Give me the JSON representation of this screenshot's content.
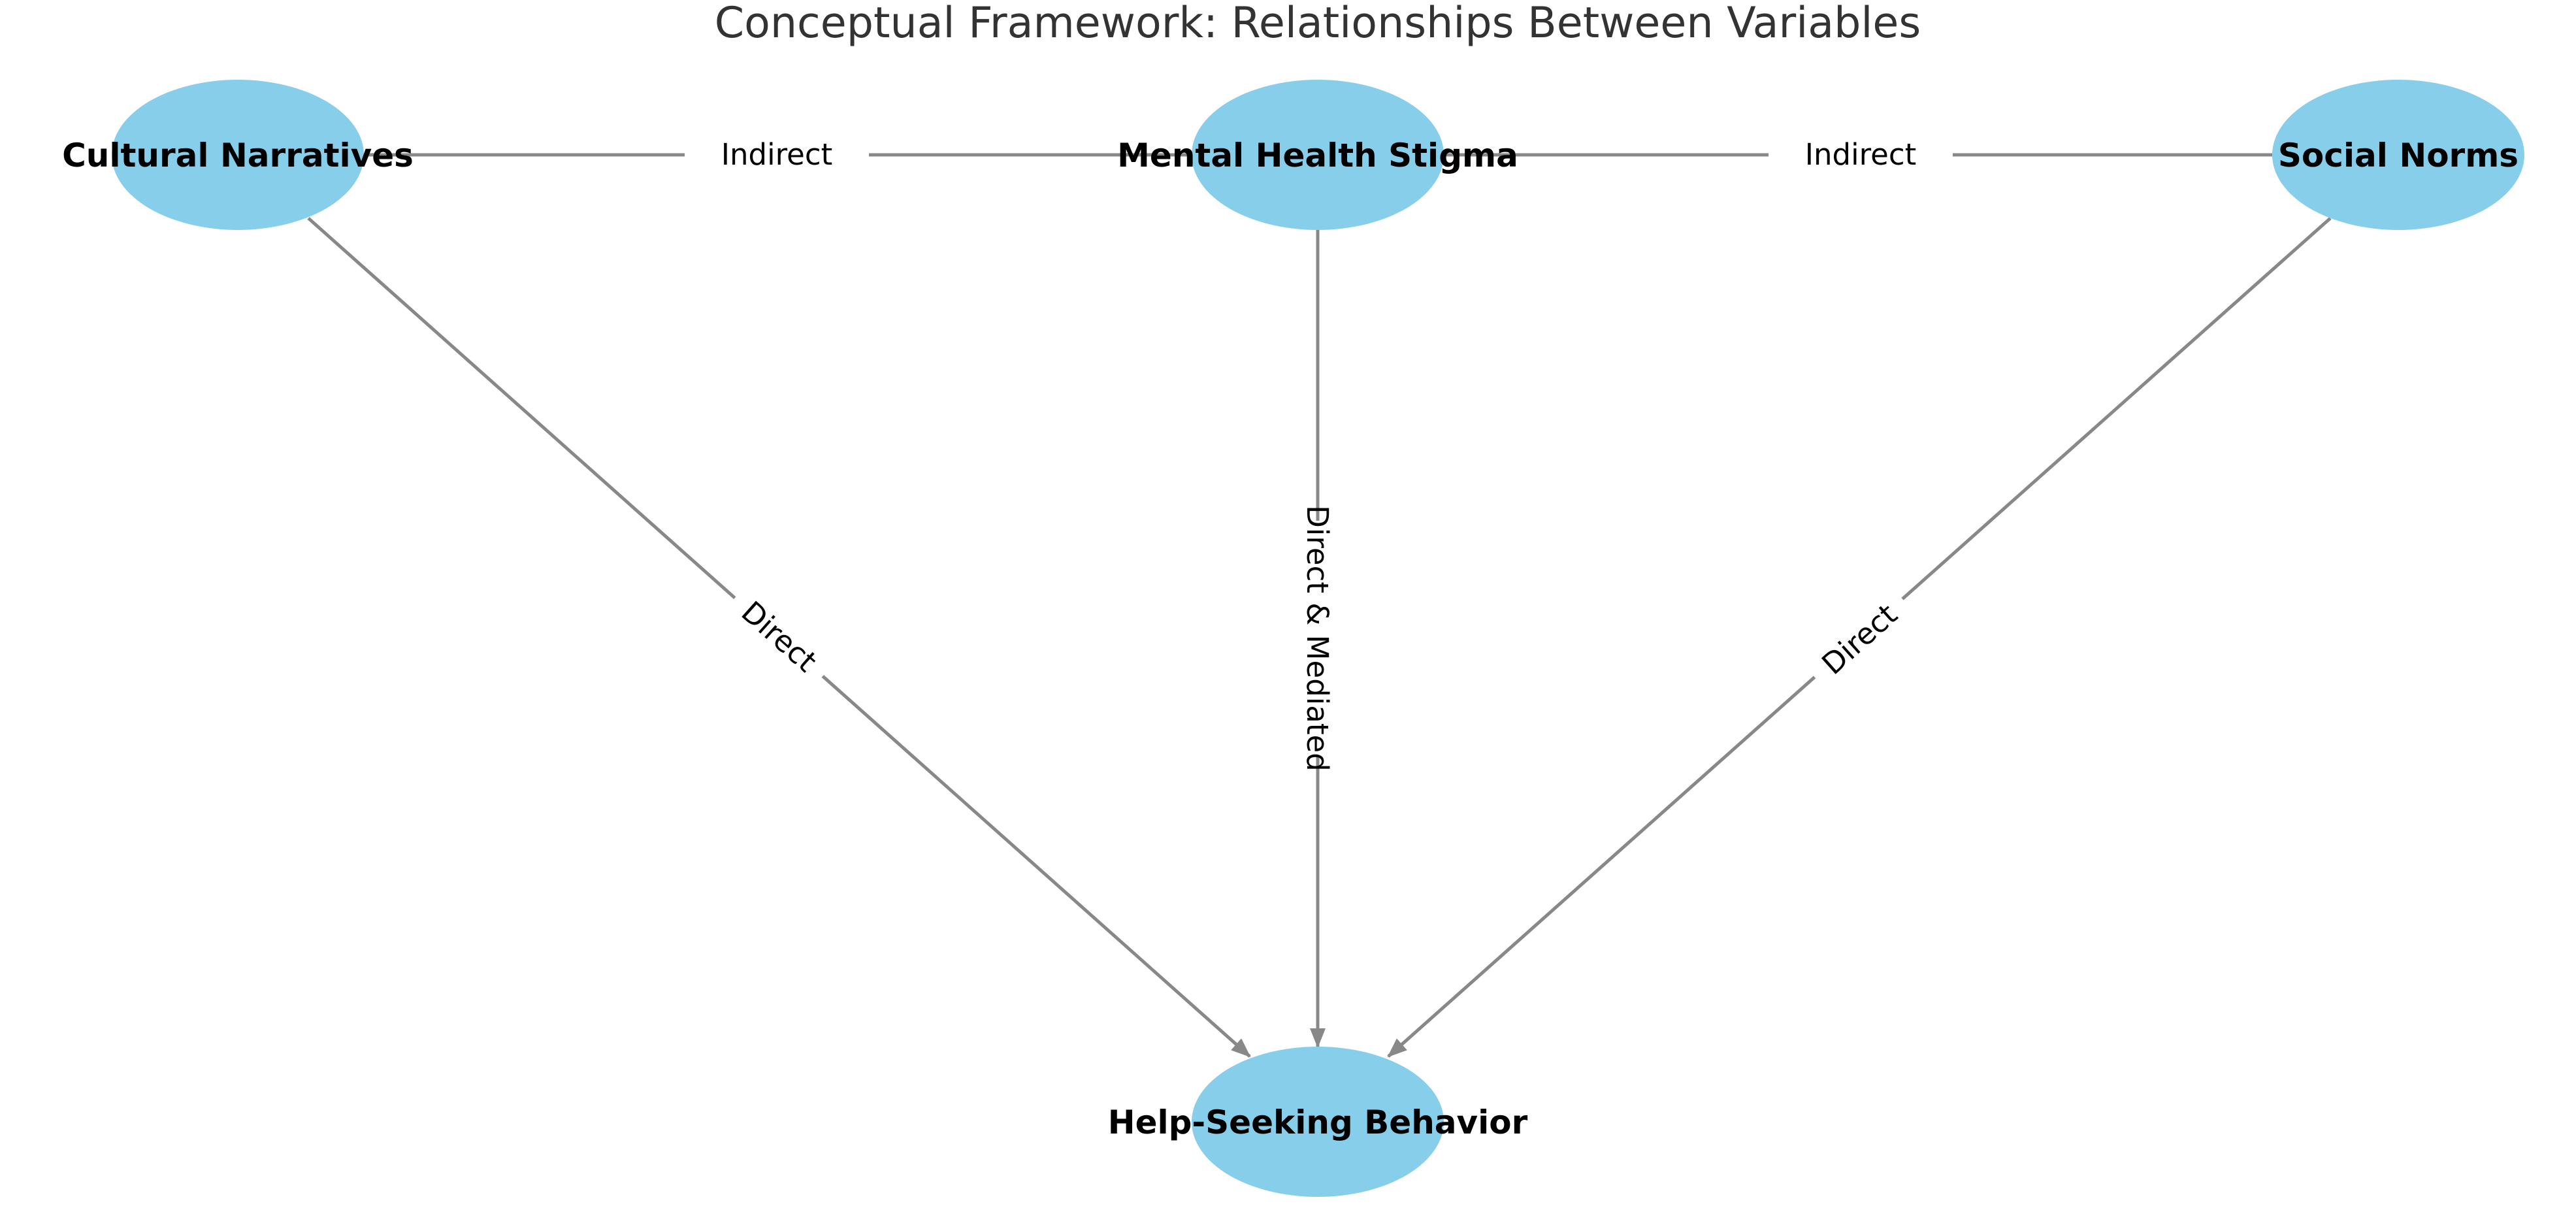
{
  "title": "Conceptual Framework: Relationships Between Variables",
  "colors": {
    "node_fill": "#87ceeb",
    "edge": "#888888",
    "title": "#333333",
    "node_text": "#000000",
    "edge_text": "#000000",
    "background": "#ffffff"
  },
  "nodes": {
    "cultural": {
      "label": "Cultural Narratives"
    },
    "stigma": {
      "label": "Mental Health Stigma"
    },
    "norms": {
      "label": "Social Norms"
    },
    "help": {
      "label": "Help-Seeking Behavior"
    }
  },
  "edges": {
    "cultural_stigma": {
      "from": "Cultural Narratives",
      "to": "Mental Health Stigma",
      "label": "Indirect"
    },
    "stigma_norms": {
      "from": "Mental Health Stigma",
      "to": "Social Norms",
      "label": "Indirect"
    },
    "cultural_help": {
      "from": "Cultural Narratives",
      "to": "Help-Seeking Behavior",
      "label": "Direct"
    },
    "stigma_help": {
      "from": "Mental Health Stigma",
      "to": "Help-Seeking Behavior",
      "label": "Direct & Mediated"
    },
    "norms_help": {
      "from": "Social Norms",
      "to": "Help-Seeking Behavior",
      "label": "Direct"
    }
  }
}
